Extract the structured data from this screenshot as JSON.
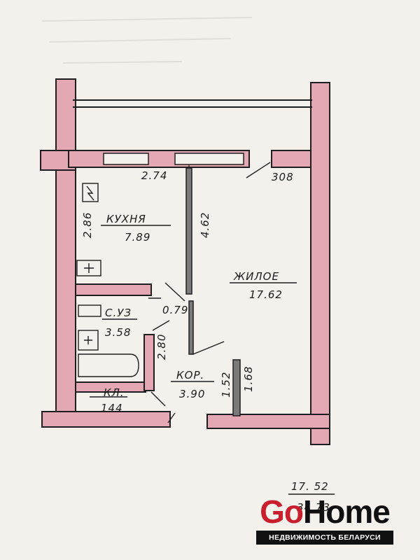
{
  "rooms": {
    "kitchen": {
      "name": "КУХНЯ",
      "area": "7.89"
    },
    "living": {
      "name": "ЖИЛОЕ",
      "area": "17.62"
    },
    "bathroom": {
      "name": "С.УЗ",
      "area": "3.58"
    },
    "corridor": {
      "name": "КОР.",
      "area": "3.90"
    },
    "storage": {
      "name": "КЛ.",
      "area": "144"
    }
  },
  "dimensions": {
    "kitchen_width": "2.74",
    "balcony": "308",
    "kitchen_depth": "2.86",
    "partition": "4.62",
    "door_gap": "0.79",
    "corridor_wall": "2.80",
    "corridor_side": "1.52",
    "entry_wall": "1.68"
  },
  "totals": {
    "top": "17. 52",
    "bottom": "34.73"
  },
  "logo": {
    "go": "Go",
    "home": "Home",
    "subtitle": "НЕДВИЖИМОСТЬ БЕЛАРУСИ"
  },
  "colors": {
    "wall_fill": "#e4a8b4",
    "brand_red": "#c81e2d"
  }
}
